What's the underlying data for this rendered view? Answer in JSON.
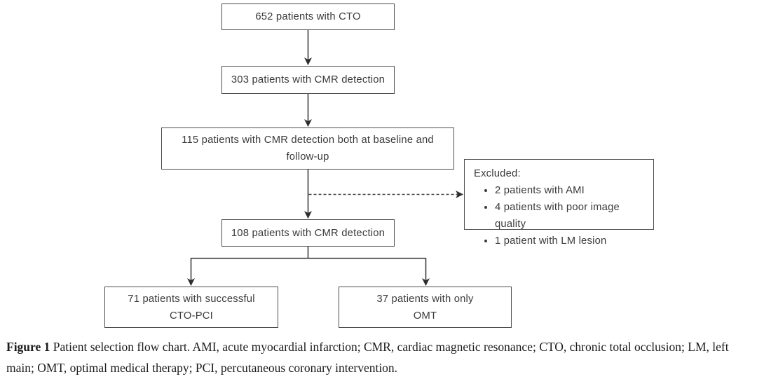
{
  "figure": {
    "nodes": {
      "cto_652": {
        "text": "652 patients with CTO"
      },
      "cmr_303": {
        "text": "303 patients with CMR detection"
      },
      "cmr_115": {
        "lines": [
          "115 patients with CMR detection both at baseline and",
          "follow-up"
        ]
      },
      "cmr_108": {
        "text": "108 patients with CMR detection"
      },
      "pci_71": {
        "lines": [
          "71 patients with successful",
          "CTO-PCI"
        ]
      },
      "omt_37": {
        "lines": [
          "37 patients with only",
          "OMT"
        ]
      }
    },
    "excluded": {
      "title": "Excluded:",
      "items": [
        "2 patients with AMI",
        "4 patients with poor image quality",
        "1 patient with LM lesion"
      ]
    },
    "caption": {
      "label": "Figure 1",
      "text": "Patient selection flow chart. AMI, acute myocardial infarction; CMR, cardiac magnetic resonance; CTO, chronic total occlusion; LM, left main; OMT, optimal medical therapy; PCI, percutaneous coronary intervention."
    },
    "colors": {
      "box_border": "#4d4d4d",
      "box_text": "#3a3a3a",
      "arrow": "#3d3d3d",
      "caption_text": "#1c1c1c"
    }
  }
}
